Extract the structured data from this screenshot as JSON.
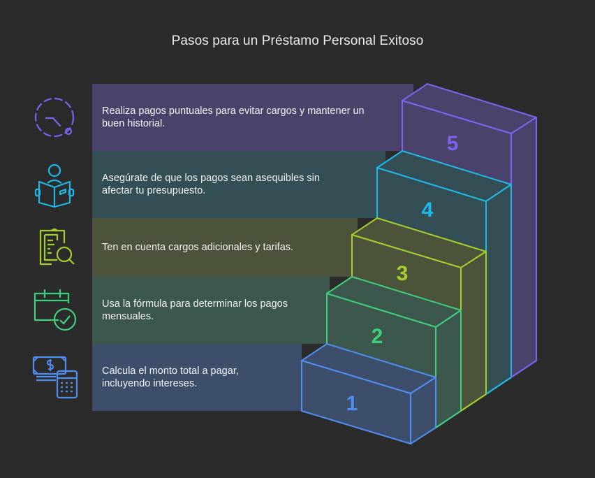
{
  "title": "Pasos para un Préstamo Personal Exitoso",
  "colors": {
    "background": "#2b2b2b",
    "step1": "#4f8ef2",
    "step2": "#3fd07e",
    "step3": "#a5cf2a",
    "step4": "#1fb9e8",
    "step5": "#7f62f0"
  },
  "steps": [
    {
      "number": "1",
      "text_line1": "Calcula el monto total a pagar,",
      "text_line2": "incluyendo intereses.",
      "icon": "money-calculator-icon",
      "band_color": "#3d4e6a"
    },
    {
      "number": "2",
      "text_line1": "Usa la fórmula para determinar los pagos",
      "text_line2": "mensuales.",
      "icon": "calendar-check-icon",
      "band_color": "#3c574b"
    },
    {
      "number": "3",
      "text_line1": "Ten en cuenta cargos adicionales y tarifas.",
      "text_line2": "",
      "icon": "clipboard-search-icon",
      "band_color": "#4c533b"
    },
    {
      "number": "4",
      "text_line1": "Asegúrate de que los pagos sean asequibles sin",
      "text_line2": "afectar tu presupuesto.",
      "icon": "person-reading-icon",
      "band_color": "#344e56"
    },
    {
      "number": "5",
      "text_line1": "Realiza pagos puntuales para evitar cargos y mantener un",
      "text_line2": "buen historial.",
      "icon": "clock-timer-icon",
      "band_color": "#4b426c"
    }
  ]
}
